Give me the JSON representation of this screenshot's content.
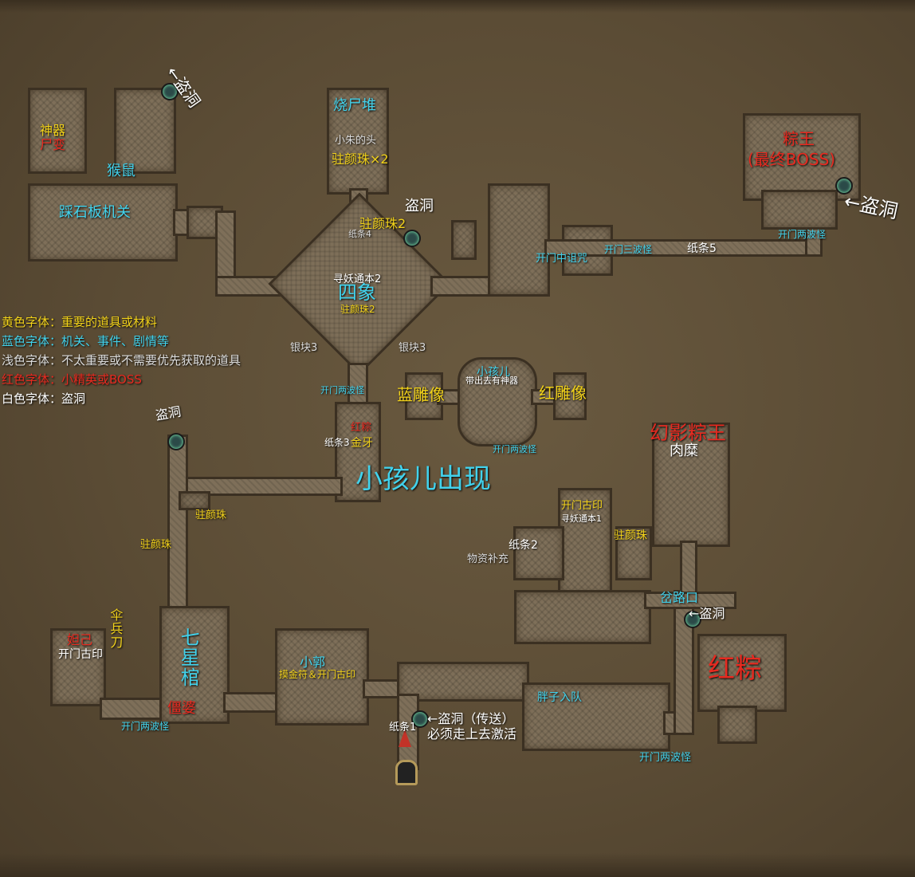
{
  "legend": [
    {
      "text": "黄色字体：重要的道具或材料",
      "color": "#f2d21a"
    },
    {
      "text": "蓝色字体：机关、事件、剧情等",
      "color": "#42d2ec"
    },
    {
      "text": "浅色字体：不太重要或不需要优先获取的道具",
      "color": "#dcdcdc"
    },
    {
      "text": "红色字体：小精英或BOSS",
      "color": "#e62a20"
    },
    {
      "text": "白色字体：盗洞",
      "color": "#ffffff"
    }
  ],
  "labels": {
    "cave_topleft": "←盗洞",
    "shenqi": "神器",
    "shibian": "尸变",
    "housu": "猴鼠",
    "caishiban": "踩石板机关",
    "shaoshidui": "烧尸堆",
    "xiaozhu_tou": "小朱的头",
    "zhuyanzhu_x2": "驻颜珠×2",
    "cave_center_top": "盗洞",
    "zhuyanzhu2_a": "驻颜珠2",
    "zhitiao4": "纸条4",
    "xunyao2": "寻妖通本2",
    "sixiang": "四象",
    "zhuyanzhu2_b": "驻颜珠2",
    "yinkuai3_a": "银块3",
    "yinkuai3_b": "银块3",
    "kaimen_zhongzuzhou": "开门中诅咒",
    "kaimen_sanbo": "开门三波怪",
    "zhitiao5": "纸条5",
    "zongwang": "粽王",
    "zuizhong_boss": "(最终BOSS)",
    "cave_right": "←盗洞",
    "kaimen_liangbo_right": "开门两波怪",
    "kaimen_liangbo_center": "开门两波怪",
    "xiaohaier": "小孩儿",
    "daichu_shenqi": "带出去有神器",
    "lan_diaoxiang": "蓝雕像",
    "hong_diaoxiang": "红雕像",
    "kaimen_liangbo_mid": "开门两波怪",
    "cave_left": "盗洞",
    "hongzong_small": "红粽",
    "jinya": "金牙",
    "zhitiao3": "纸条3",
    "xiaohaier_chuxian": "小孩儿出现",
    "huanying_zongwang": "幻影粽王",
    "roumi": "肉糜",
    "zhuyanzhu_a": "驻颜珠",
    "zhuyanzhu_b": "驻颜珠",
    "kaimen_guyin_top": "开门古印",
    "xunyao1": "寻妖通本1",
    "zhitiao2": "纸条2",
    "wuzi_buchong": "物资补充",
    "zhuyanzhu_c": "驻颜珠",
    "chalukou": "岔路口",
    "cave_bottomright": "←盗洞",
    "hongzong_big": "红粽",
    "sanbingdao": "伞兵刀",
    "daji": "妲己",
    "kaimen_guyin_left": "开门古印",
    "qixingguan": "七星棺",
    "jiangpo": "僵婆",
    "kaimen_liangbo_left": "开门两波怪",
    "xiaoguo": "小郭",
    "mojinfu": "摸金符＆开门古印",
    "pangzi": "胖子入队",
    "cave_bottom": "←盗洞（传送）",
    "bixu": "必须走上去激活",
    "zhitiao1": "纸条1",
    "kaimen_liangbo_bottom": "开门两波怪"
  }
}
